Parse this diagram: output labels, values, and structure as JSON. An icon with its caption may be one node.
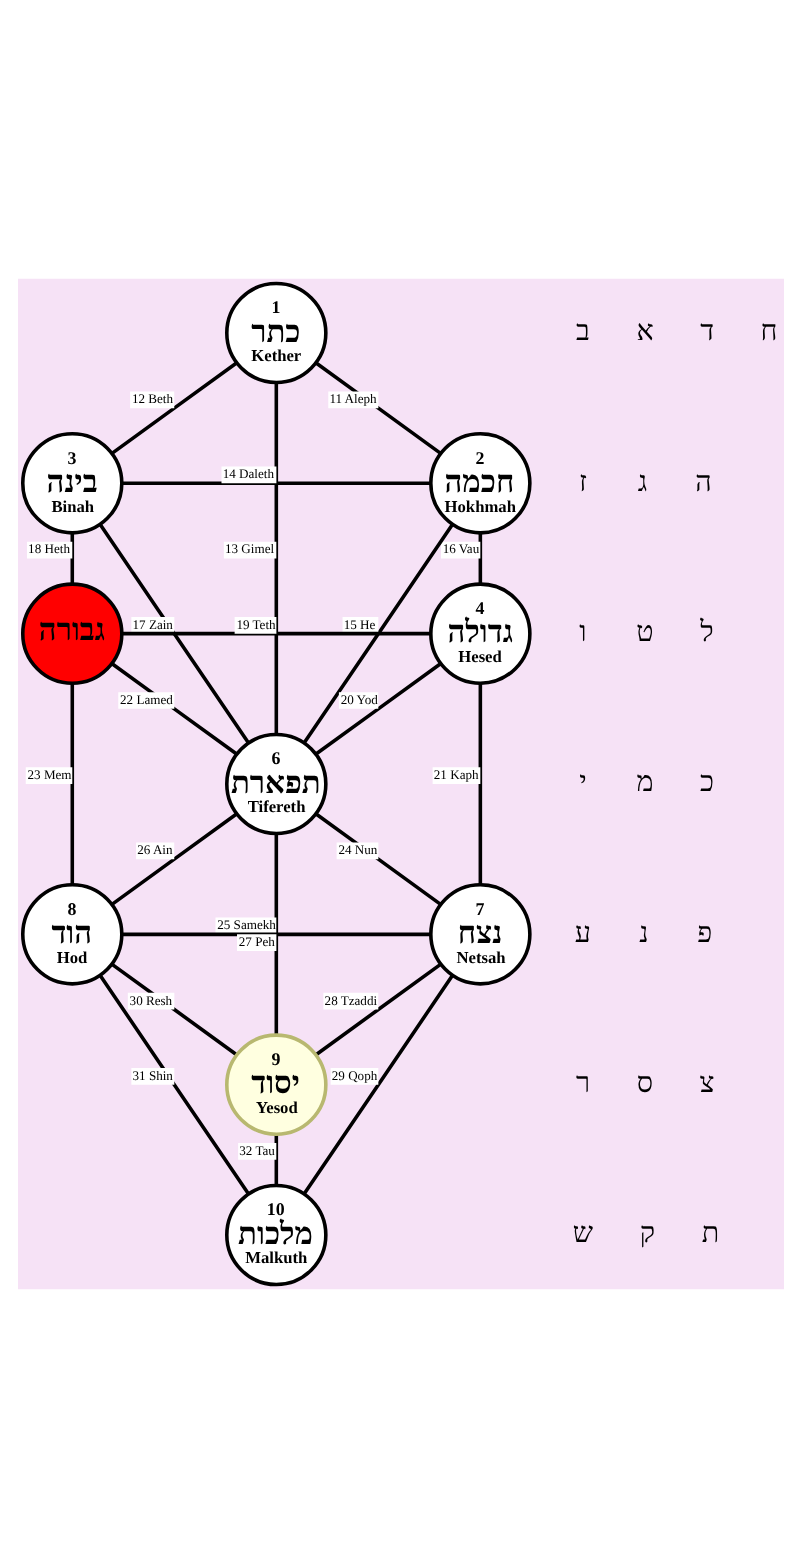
{
  "diagram": {
    "nodes": [
      {
        "text": [
          "1",
          "כתר",
          "Kether"
        ]
      },
      {
        "text": [
          "3",
          "בינה",
          "Binah"
        ]
      },
      {
        "text": [
          "2",
          "חכמה",
          "Hokhmah"
        ]
      },
      {
        "text": [
          "גבורה"
        ]
      },
      {
        "text": [
          "4",
          "גדולה",
          "Hesed"
        ]
      },
      {
        "text": [
          "6",
          "תפארת",
          "Tifereth"
        ]
      },
      {
        "text": [
          "8",
          "הוד",
          "Hod"
        ]
      },
      {
        "text": [
          "7",
          "נצח",
          "Netsah"
        ]
      },
      {
        "text": [
          "9",
          "יסוד",
          "Yesod"
        ]
      },
      {
        "text": [
          "10",
          "מלכות",
          "Malkuth"
        ]
      }
    ],
    "edges": [
      {
        "from": 0,
        "to": 2,
        "arrow": "none",
        "label": "11 Aleph"
      },
      {
        "from": 0,
        "to": 1,
        "arrow": "none",
        "label": "12 Beth"
      },
      {
        "from": 0,
        "to": 5,
        "arrow": "none",
        "label": "13 Gimel"
      },
      {
        "from": 1,
        "to": 2,
        "arrow": "none",
        "label": "14 Daleth"
      },
      {
        "from": 2,
        "to": 5,
        "arrow": "none",
        "label": "15 He"
      },
      {
        "from": 2,
        "to": 4,
        "arrow": "none",
        "label": "16 Vau"
      },
      {
        "from": 1,
        "to": 5,
        "arrow": "none",
        "label": "17 Zain"
      },
      {
        "from": 1,
        "to": 3,
        "arrow": "none",
        "label": "18 Heth"
      },
      {
        "from": 3,
        "to": 4,
        "arrow": "none",
        "label": "19 Teth"
      },
      {
        "from": 4,
        "to": 5,
        "arrow": "none",
        "label": "20 Yod"
      },
      {
        "from": 4,
        "to": 7,
        "arrow": "none",
        "label": "21 Kaph"
      },
      {
        "from": 3,
        "to": 5,
        "arrow": "none",
        "label": "22 Lamed"
      },
      {
        "from": 3,
        "to": 6,
        "arrow": "none",
        "label": "23 Mem"
      },
      {
        "from": 5,
        "to": 7,
        "arrow": "none",
        "label": "24 Nun"
      },
      {
        "from": 5,
        "to": 8,
        "arrow": "none",
        "label": "25 Samekh"
      },
      {
        "from": 5,
        "to": 6,
        "arrow": "none",
        "label": "26 Ain"
      },
      {
        "from": 6,
        "to": 7,
        "arrow": "none",
        "label": "27 Peh"
      },
      {
        "from": 7,
        "to": 8,
        "arrow": "none",
        "label": "28 Tzaddi"
      },
      {
        "from": 7,
        "to": 9,
        "arrow": "none",
        "label": "29 Qoph"
      },
      {
        "from": 6,
        "to": 8,
        "arrow": "none",
        "label": "30 Resh"
      },
      {
        "from": 6,
        "to": 9,
        "arrow": "none",
        "label": "31 Shin"
      },
      {
        "from": 8,
        "to": 9,
        "arrow": "none",
        "label": "32 Tau"
      }
    ],
    "labels": [
      "ב",
      "א",
      "ד",
      "ח",
      "ז",
      "ג",
      "ה",
      "ו",
      "ט",
      "ל",
      "י",
      "מ",
      "כ",
      "ע",
      "נ",
      "פ",
      "ר",
      "ס",
      "צ",
      "ש",
      "ק",
      "ת"
    ]
  }
}
